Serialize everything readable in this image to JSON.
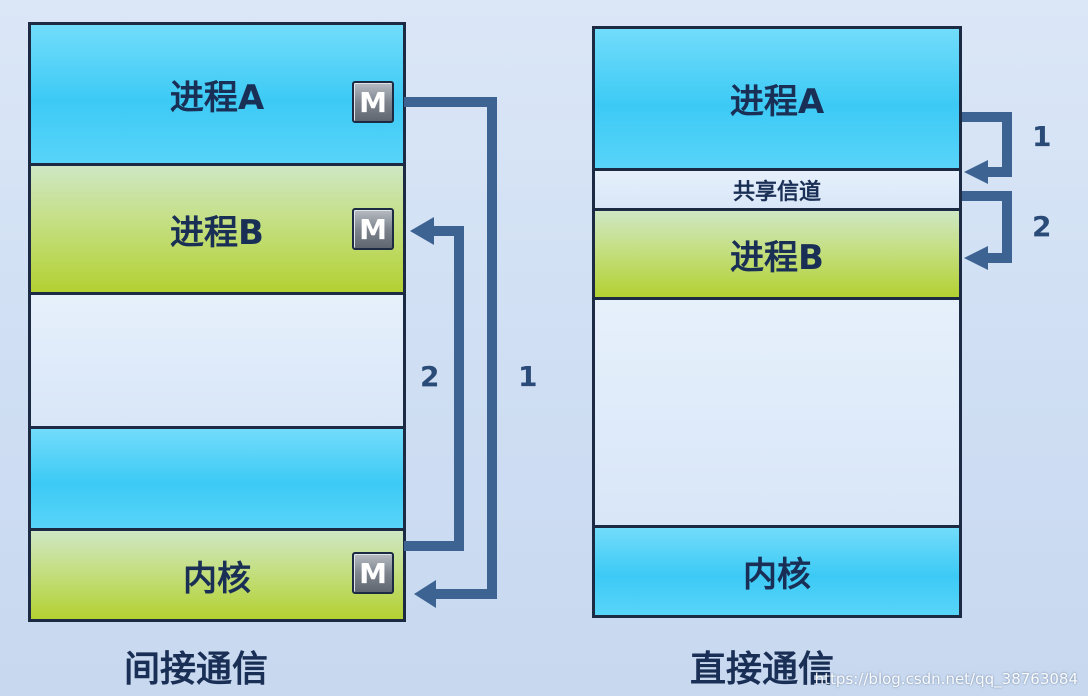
{
  "left_diagram": {
    "caption": "间接通信",
    "segments": {
      "process_a": "进程A",
      "process_b": "进程B",
      "kernel": "内核"
    },
    "mailbox_label": "M",
    "arrow_labels": {
      "first": "1",
      "second": "2"
    }
  },
  "right_diagram": {
    "caption": "直接通信",
    "segments": {
      "process_a": "进程A",
      "shared_channel": "共享信道",
      "process_b": "进程B",
      "kernel": "内核"
    },
    "arrow_labels": {
      "first": "1",
      "second": "2"
    }
  },
  "watermark": "https://blog.csdn.net/qq_38763084",
  "colors": {
    "arrow": "#3d6393",
    "process_a_fill": "#4fd0f8",
    "process_b_fill": "#c2dc7a",
    "outline": "#1c2a44"
  }
}
